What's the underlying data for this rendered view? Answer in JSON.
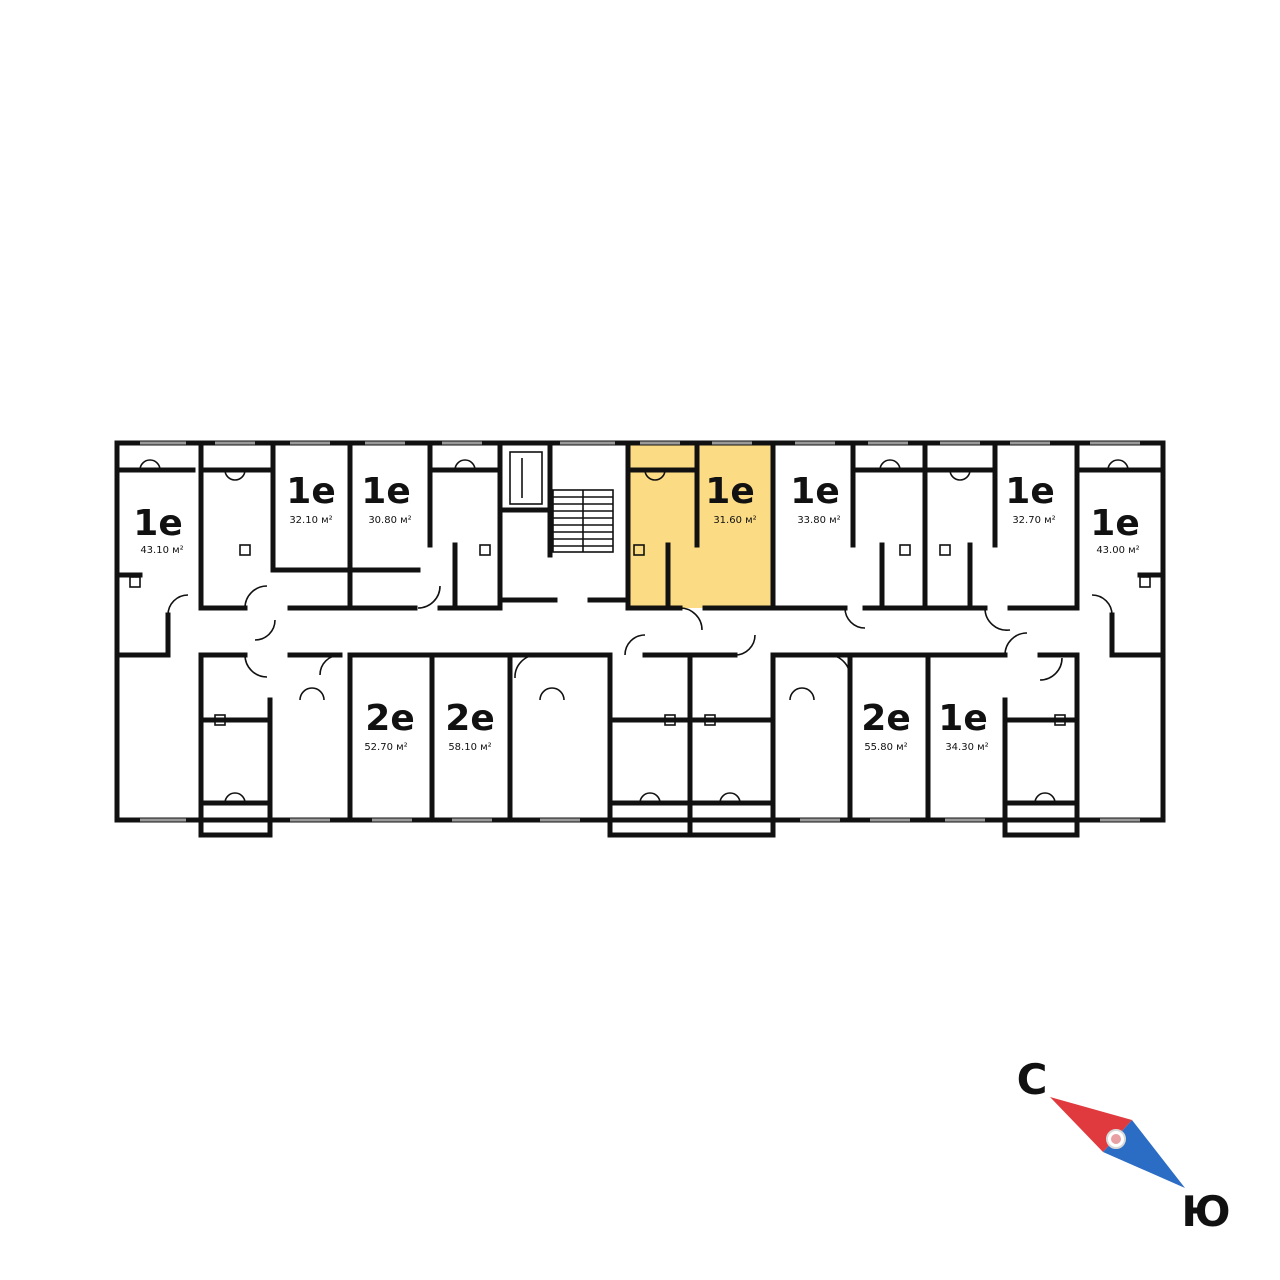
{
  "plan": {
    "highlight_color": "#FBDB83",
    "wall_color": "#111111",
    "apartments": [
      {
        "id": "a1",
        "type": "1е",
        "area": "43.10 м²",
        "highlighted": false
      },
      {
        "id": "a2",
        "type": "1е",
        "area": "32.10 м²",
        "highlighted": false
      },
      {
        "id": "a3",
        "type": "1е",
        "area": "30.80 м²",
        "highlighted": false
      },
      {
        "id": "a4",
        "type": "1е",
        "area": "31.60 м²",
        "highlighted": true
      },
      {
        "id": "a5",
        "type": "1е",
        "area": "33.80 м²",
        "highlighted": false
      },
      {
        "id": "a6",
        "type": "1е",
        "area": "32.70 м²",
        "highlighted": false
      },
      {
        "id": "a7",
        "type": "1е",
        "area": "43.00 м²",
        "highlighted": false
      },
      {
        "id": "a8",
        "type": "2е",
        "area": "52.70 м²",
        "highlighted": false
      },
      {
        "id": "a9",
        "type": "2е",
        "area": "58.10 м²",
        "highlighted": false
      },
      {
        "id": "a10",
        "type": "2е",
        "area": "55.80 м²",
        "highlighted": false
      },
      {
        "id": "a11",
        "type": "1е",
        "area": "34.30 м²",
        "highlighted": false
      }
    ]
  },
  "compass": {
    "north_label": "С",
    "south_label": "Ю",
    "north_color": "#E0393E",
    "south_color": "#2B6CC4",
    "center_icon": "pivot-icon"
  }
}
